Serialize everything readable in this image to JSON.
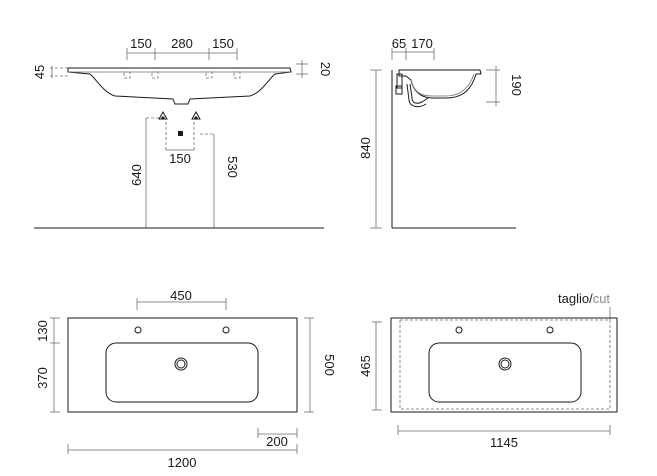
{
  "front_view": {
    "dims_top": [
      "150",
      "280",
      "150"
    ],
    "dim_left_thickness": "45",
    "dim_right_thickness": "20",
    "dim_waste_spacing": "150",
    "dim_waste_left_height": "640",
    "dim_waste_right_height": "530"
  },
  "side_view": {
    "dims_top": [
      "65",
      "170"
    ],
    "dim_basin_depth": "190",
    "dim_total_height": "840"
  },
  "top_view": {
    "dim_tap_spacing": "450",
    "dim_back_to_taps": "130",
    "dim_taps_to_front": "370",
    "dim_depth": "500",
    "dim_side_margin": "200",
    "dim_width": "1200"
  },
  "cut_view": {
    "label_it": "taglio",
    "label_sep": "/",
    "label_en": "cut",
    "dim_depth": "465",
    "dim_cut_width": "1145"
  },
  "colors": {
    "cut_label_en": "#8a8a8a",
    "line": "#1a1a1a"
  }
}
